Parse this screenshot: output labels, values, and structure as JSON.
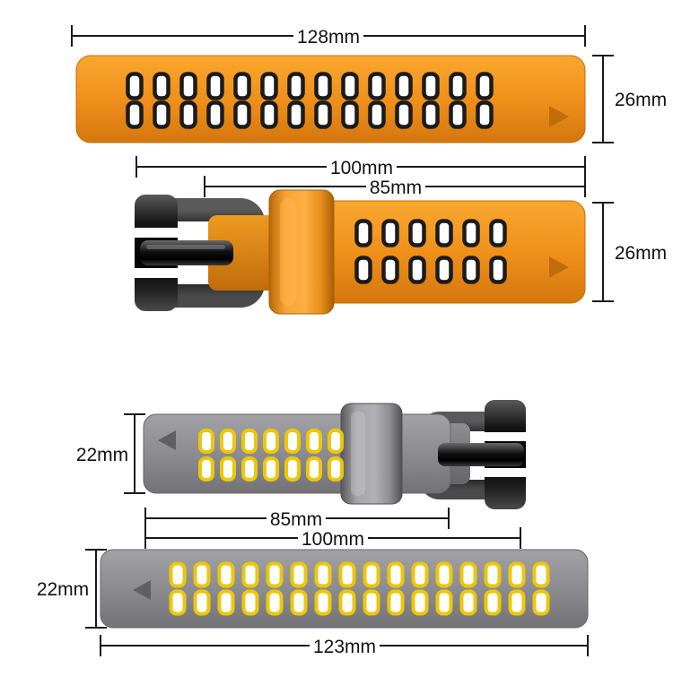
{
  "labels": {
    "strap1_width": "128mm",
    "strap1_height": "26mm",
    "strap2_outer_width": "100mm",
    "strap2_inner_width": "85mm",
    "strap2_height": "26mm",
    "strap3_height": "22mm",
    "strap3_inner_width": "85mm",
    "strap3_outer_width": "100mm",
    "strap4_height": "22mm",
    "strap4_width": "123mm"
  },
  "colors": {
    "orange": "#F0901B",
    "orange_shadow": "#D4770D",
    "orange_marker": "#BE6E08",
    "gray": "#8C8C90",
    "gray_shadow": "#747478",
    "gray_marker": "#606064",
    "buckle_black": "#0A0A0A",
    "hole_ring_black": "#1B1B1B",
    "hole_ring_yellow": "#EDC70A",
    "hole_center": "#FFFFFF",
    "dim_line": "#1A1A1A",
    "background": "#FFFFFF"
  },
  "hole_groups": [
    {
      "id": "holes-s1",
      "start": 150,
      "step": 30,
      "count": 14,
      "rows": [
        96,
        128
      ],
      "w": 15,
      "h": 27,
      "rx": 6,
      "stroke": "#1B1B1B",
      "sw": 4.5
    },
    {
      "id": "holes-s2",
      "start": 405,
      "step": 30,
      "count": 6,
      "rows": [
        260,
        301
      ],
      "w": 15,
      "h": 27,
      "rx": 6,
      "stroke": "#1B1B1B",
      "sw": 4.5
    },
    {
      "id": "holes-s3",
      "start": 230,
      "step": 24,
      "count": 7,
      "rows": [
        492,
        523
      ],
      "w": 14,
      "h": 24,
      "rx": 6,
      "stroke": "#EDC70A",
      "sw": 4
    },
    {
      "id": "holes-s4",
      "start": 198,
      "step": 27,
      "count": 16,
      "rows": [
        641,
        672
      ],
      "w": 15,
      "h": 25,
      "rx": 6,
      "stroke": "#EDC70A",
      "sw": 4
    }
  ]
}
